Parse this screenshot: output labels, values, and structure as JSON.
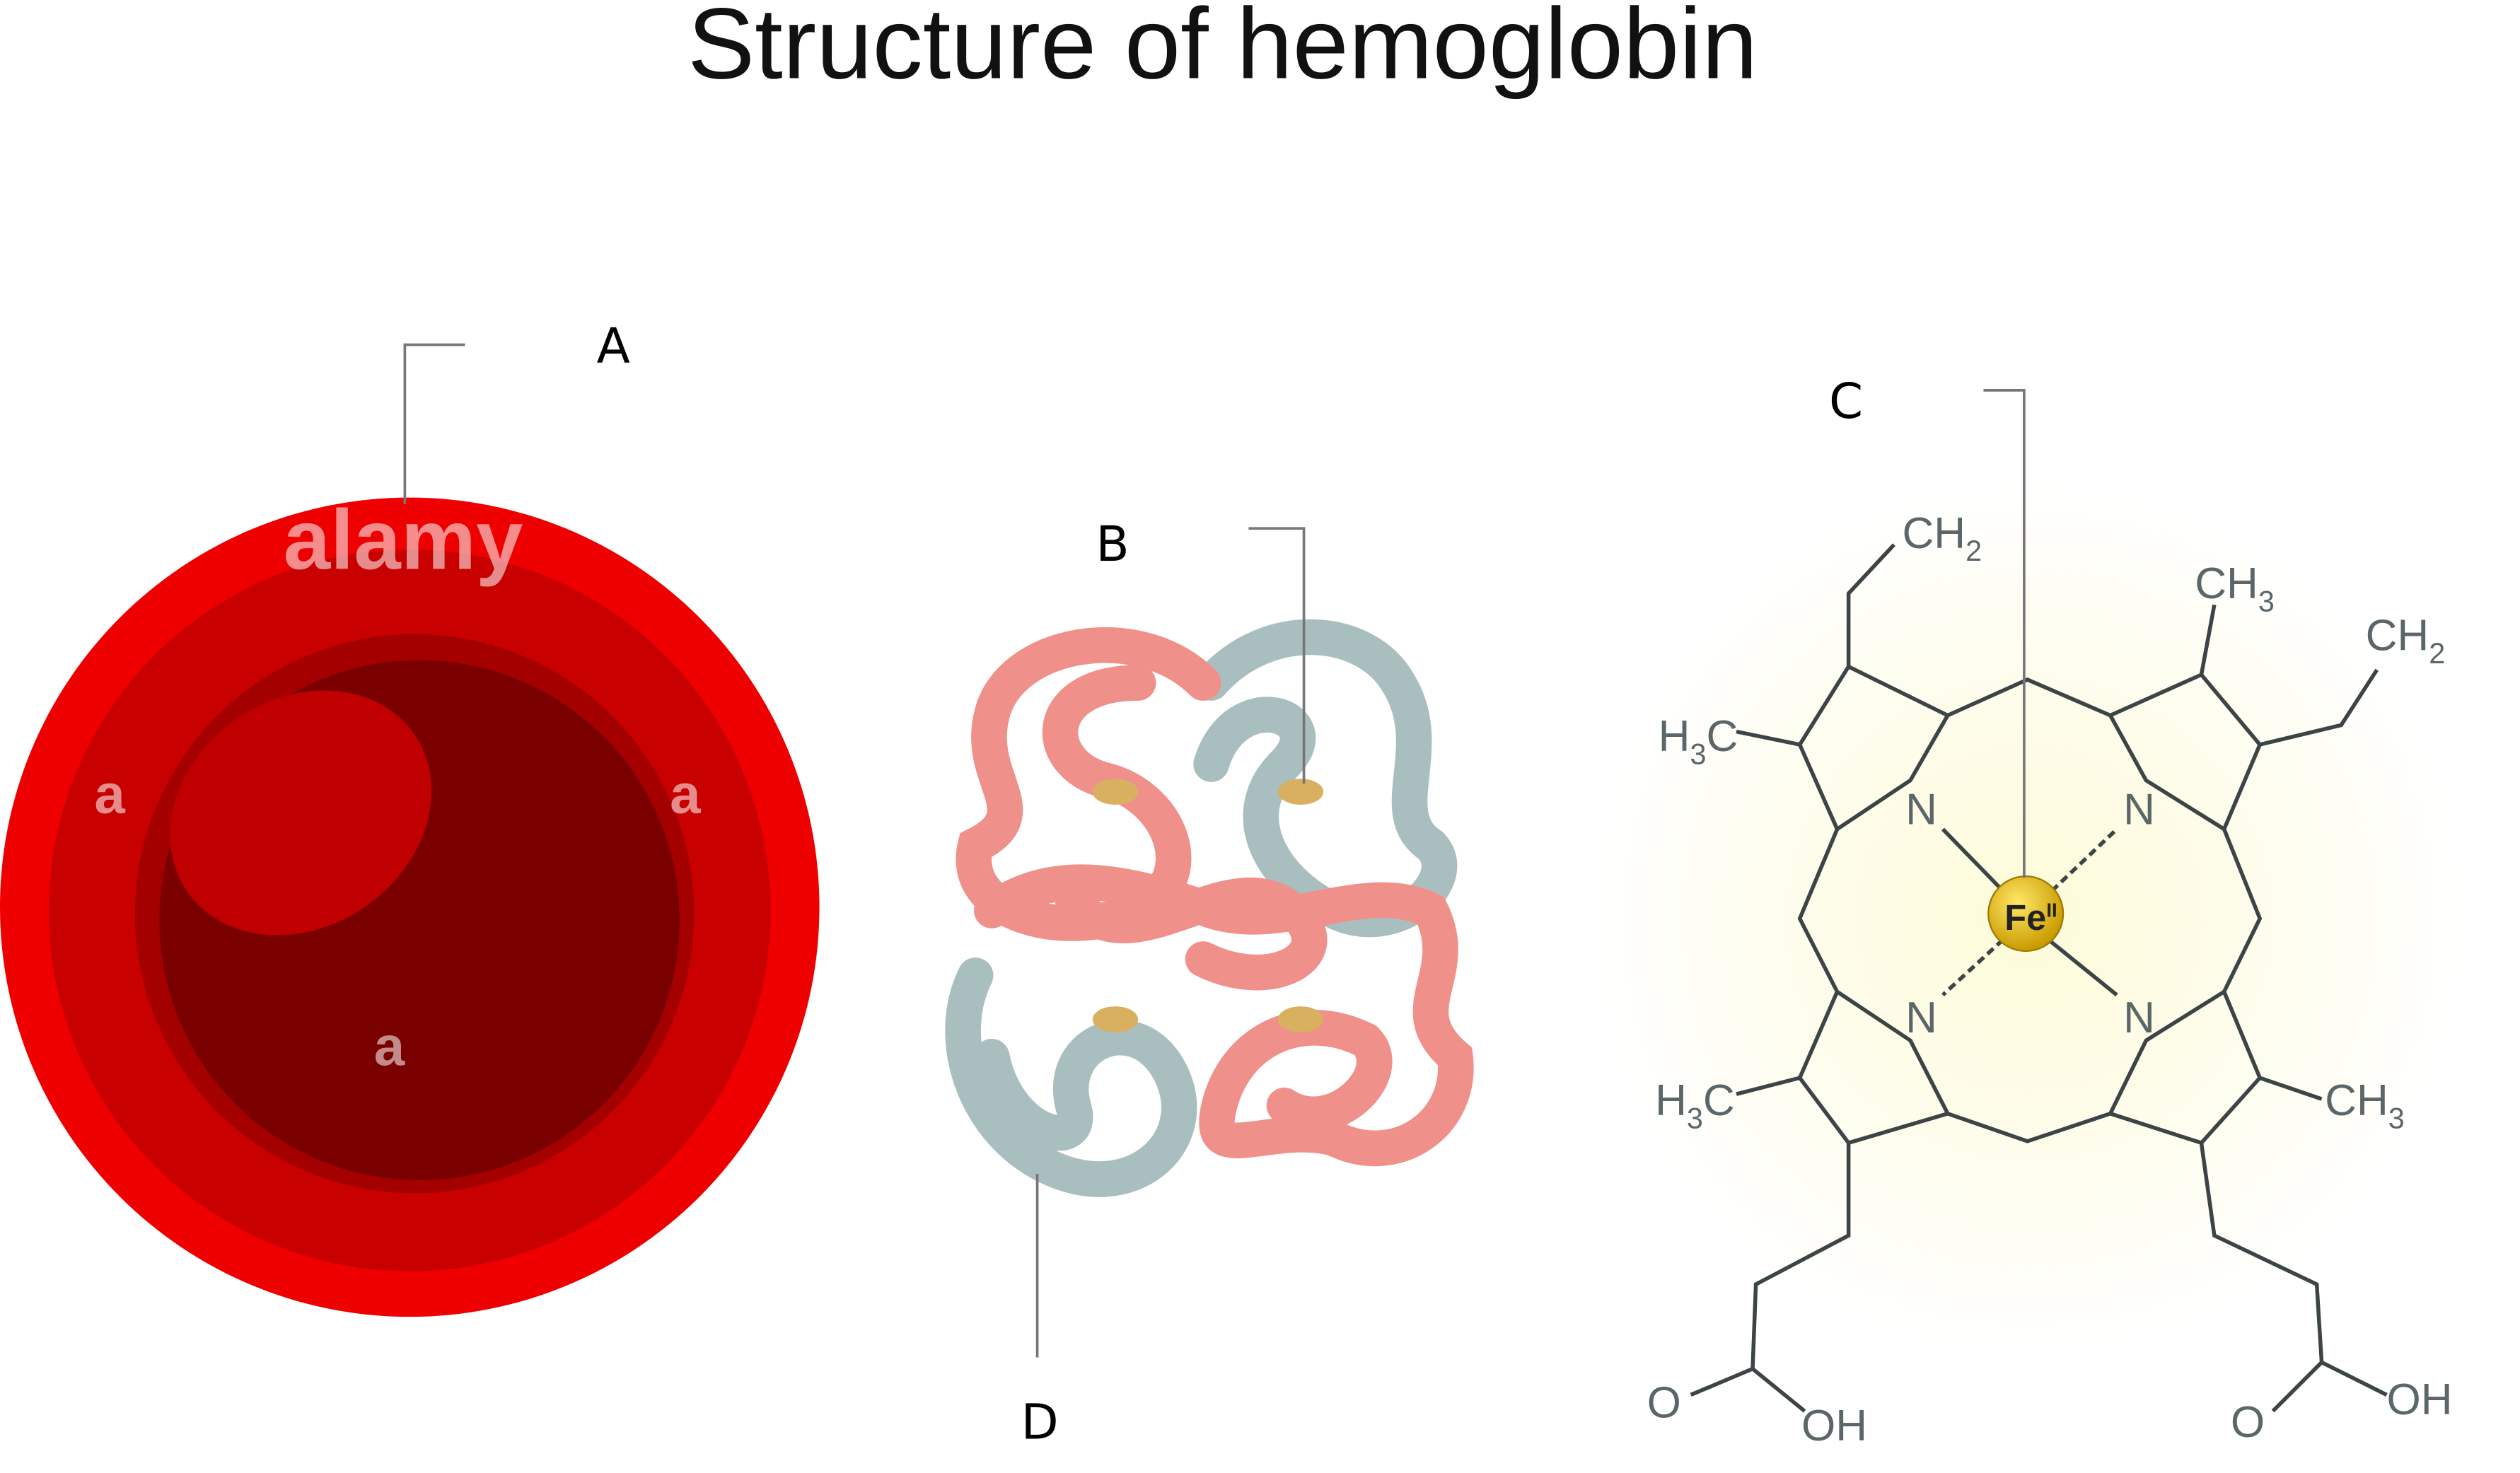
{
  "title": "Structure of hemoglobin",
  "labels": {
    "a": "A",
    "b": "B",
    "c": "C",
    "d": "D"
  },
  "watermark": {
    "brand": "alamy",
    "mark": "a"
  },
  "heme": {
    "iron": "Fe",
    "iron_charge": "II",
    "nitrogen": "N",
    "groups": {
      "vinyl": "CH",
      "vinyl_sub": "2",
      "methyl_right": "CH",
      "methyl_sub": "3",
      "methyl_left": "H",
      "methyl_left_c": "C",
      "oxygen": "O",
      "hydroxyl": "OH"
    }
  },
  "colors": {
    "rbc_outer": "#ee0000",
    "rbc_mid": "#c40000",
    "rbc_inner": "#7a0000",
    "chain_pink": "#f0908a",
    "chain_grey": "#a9bfbf",
    "iron": "#e8c000"
  }
}
